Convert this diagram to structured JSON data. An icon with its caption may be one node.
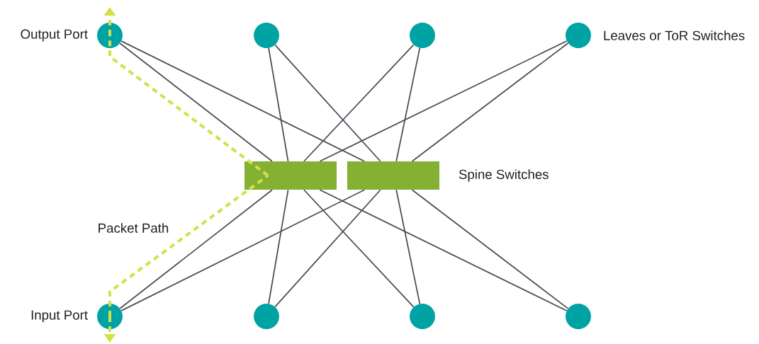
{
  "diagram": {
    "nodes": [
      {
        "text": [],
        "shape": "circle",
        "beside": [
          "Output Port"
        ]
      },
      {
        "text": [],
        "shape": "circle"
      },
      {
        "text": [],
        "shape": "circle"
      },
      {
        "text": [],
        "shape": "circle",
        "beside": [
          "Leaves or ToR Switches"
        ]
      },
      {
        "text": [],
        "shape": "bar"
      },
      {
        "text": [],
        "shape": "bar",
        "beside": [
          "Spine Switches"
        ]
      },
      {
        "text": [],
        "shape": "circle",
        "beside": [
          "Input Port"
        ]
      },
      {
        "text": [],
        "shape": "circle"
      },
      {
        "text": [],
        "shape": "circle"
      },
      {
        "text": [],
        "shape": "circle"
      }
    ],
    "edges": [
      {
        "from": 0,
        "to": 4,
        "arrow": "none"
      },
      {
        "from": 0,
        "to": 5,
        "arrow": "none"
      },
      {
        "from": 1,
        "to": 4,
        "arrow": "none"
      },
      {
        "from": 1,
        "to": 5,
        "arrow": "none"
      },
      {
        "from": 2,
        "to": 4,
        "arrow": "none"
      },
      {
        "from": 2,
        "to": 5,
        "arrow": "none"
      },
      {
        "from": 3,
        "to": 4,
        "arrow": "none"
      },
      {
        "from": 3,
        "to": 5,
        "arrow": "none"
      },
      {
        "from": 6,
        "to": 4,
        "arrow": "none"
      },
      {
        "from": 6,
        "to": 5,
        "arrow": "none"
      },
      {
        "from": 7,
        "to": 4,
        "arrow": "none"
      },
      {
        "from": 7,
        "to": 5,
        "arrow": "none"
      },
      {
        "from": 8,
        "to": 4,
        "arrow": "none"
      },
      {
        "from": 8,
        "to": 5,
        "arrow": "none"
      },
      {
        "from": 9,
        "to": 4,
        "arrow": "none"
      },
      {
        "from": 9,
        "to": 5,
        "arrow": "none"
      },
      {
        "from": 6,
        "to": 4,
        "arrow": "none",
        "style": "dashed",
        "color": "#d4e04a",
        "label": "Packet Path"
      },
      {
        "from": 4,
        "to": 0,
        "arrow": "none",
        "style": "dashed",
        "color": "#d4e04a"
      },
      {
        "from": 0,
        "to": null,
        "arrow": "to",
        "style": "dashed",
        "color": "#d4e04a"
      },
      {
        "from": 6,
        "to": null,
        "arrow": "to",
        "style": "dashed",
        "color": "#d4e04a"
      }
    ]
  }
}
